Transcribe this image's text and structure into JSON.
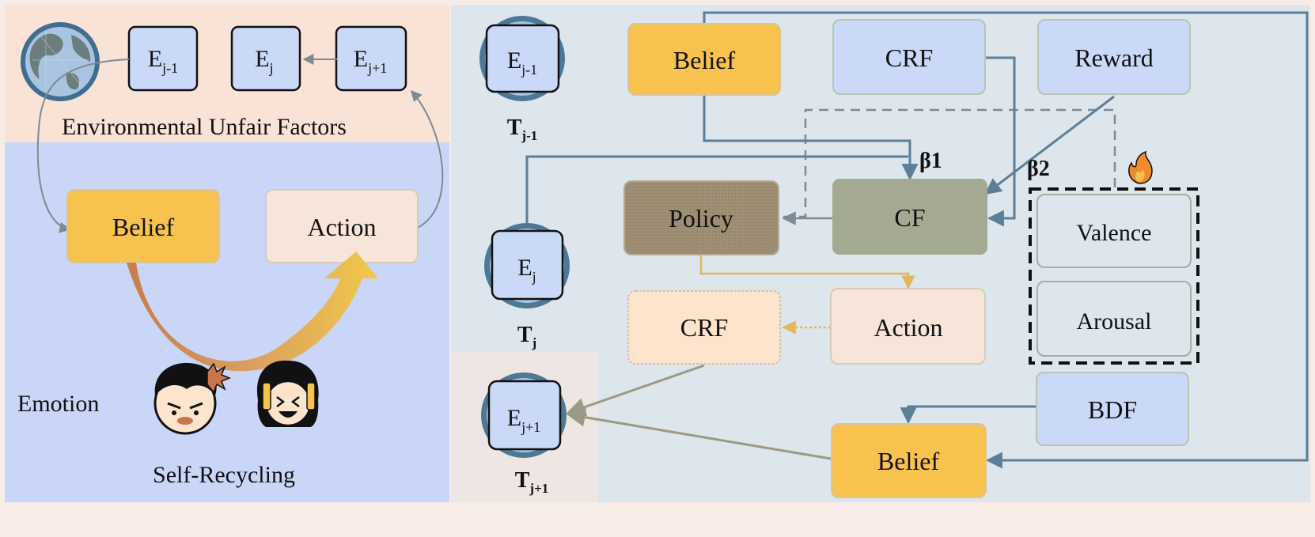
{
  "left_panel": {
    "env_label": "Environmental Unfair Factors",
    "env_nodes": [
      {
        "base": "E",
        "sub": "j-1"
      },
      {
        "base": "E",
        "sub": "j"
      },
      {
        "base": "E",
        "sub": "j+1"
      }
    ],
    "belief_label": "Belief",
    "action_label": "Action",
    "emotion_label": "Emotion",
    "self_recycling_label": "Self-Recycling"
  },
  "right_panel": {
    "time_nodes": [
      {
        "base": "E",
        "sub": "j-1",
        "t_base": "T",
        "t_sub": "j-1"
      },
      {
        "base": "E",
        "sub": "j",
        "t_base": "T",
        "t_sub": "j"
      },
      {
        "base": "E",
        "sub": "j+1",
        "t_base": "T",
        "t_sub": "j+1"
      }
    ],
    "belief_top_label": "Belief",
    "crf_top_label": "CRF",
    "reward_label": "Reward",
    "policy_label": "Policy",
    "cf_label": "CF",
    "action_label": "Action",
    "crf_mid_label": "CRF",
    "valence_label": "Valence",
    "arousal_label": "Arousal",
    "bdf_label": "BDF",
    "belief_bottom_label": "Belief",
    "beta1_label": "β1",
    "beta2_label": "β2"
  },
  "colors": {
    "belief_orange": "#f8c24e",
    "light_blue_box": "#cad9f7",
    "policy_brown": "#9a8a70",
    "cf_green": "#a4aa92",
    "action_peach": "#f7e5d9",
    "crf_peach": "#fde4cc",
    "left_env_bg": "#f9e2d6",
    "left_main_bg": "#c9d6f8",
    "right_bg": "#dde5ed",
    "arrow_blue": "#5c7f97",
    "arrow_gold": "#e2b85a"
  }
}
